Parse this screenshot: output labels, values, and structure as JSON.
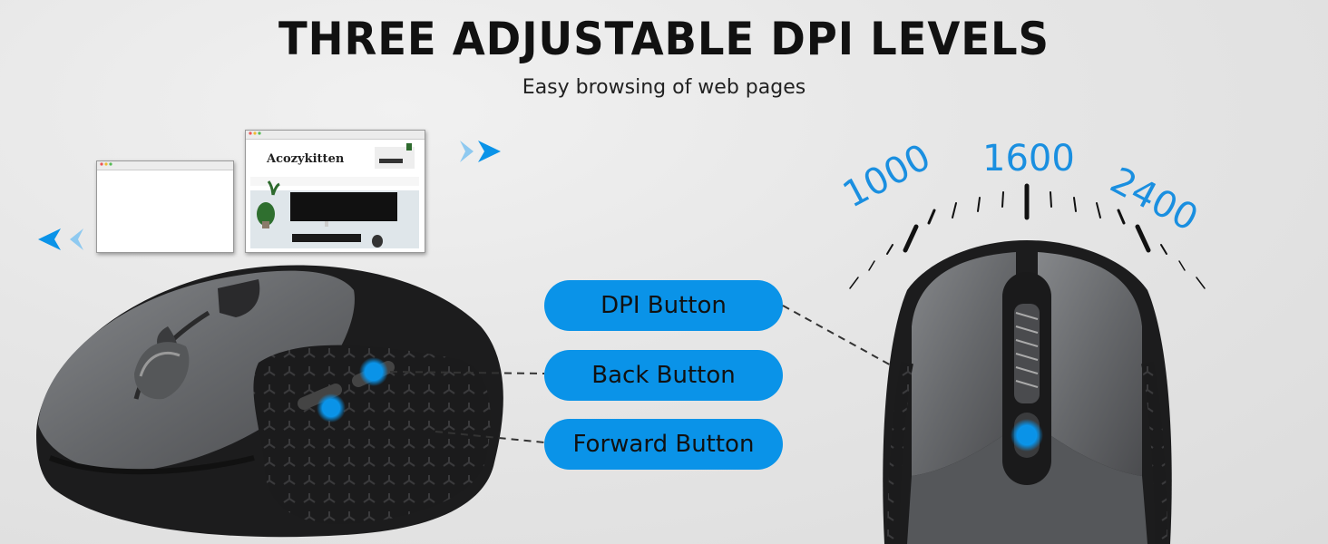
{
  "header": {
    "title": "THREE ADJUSTABLE DPI LEVELS",
    "subtitle": "Easy browsing of web pages"
  },
  "browser_preview": {
    "brand": "Acozykitten"
  },
  "callouts": {
    "dpi_button": "DPI Button",
    "back_button": "Back Button",
    "forward_button": "Forward Button"
  },
  "dpi_levels": {
    "low": "1000",
    "mid": "1600",
    "high": "2400"
  },
  "colors": {
    "accent": "#0a93e8",
    "dpi_text": "#1a8fe0",
    "mouse_body": "#6e6f72"
  }
}
